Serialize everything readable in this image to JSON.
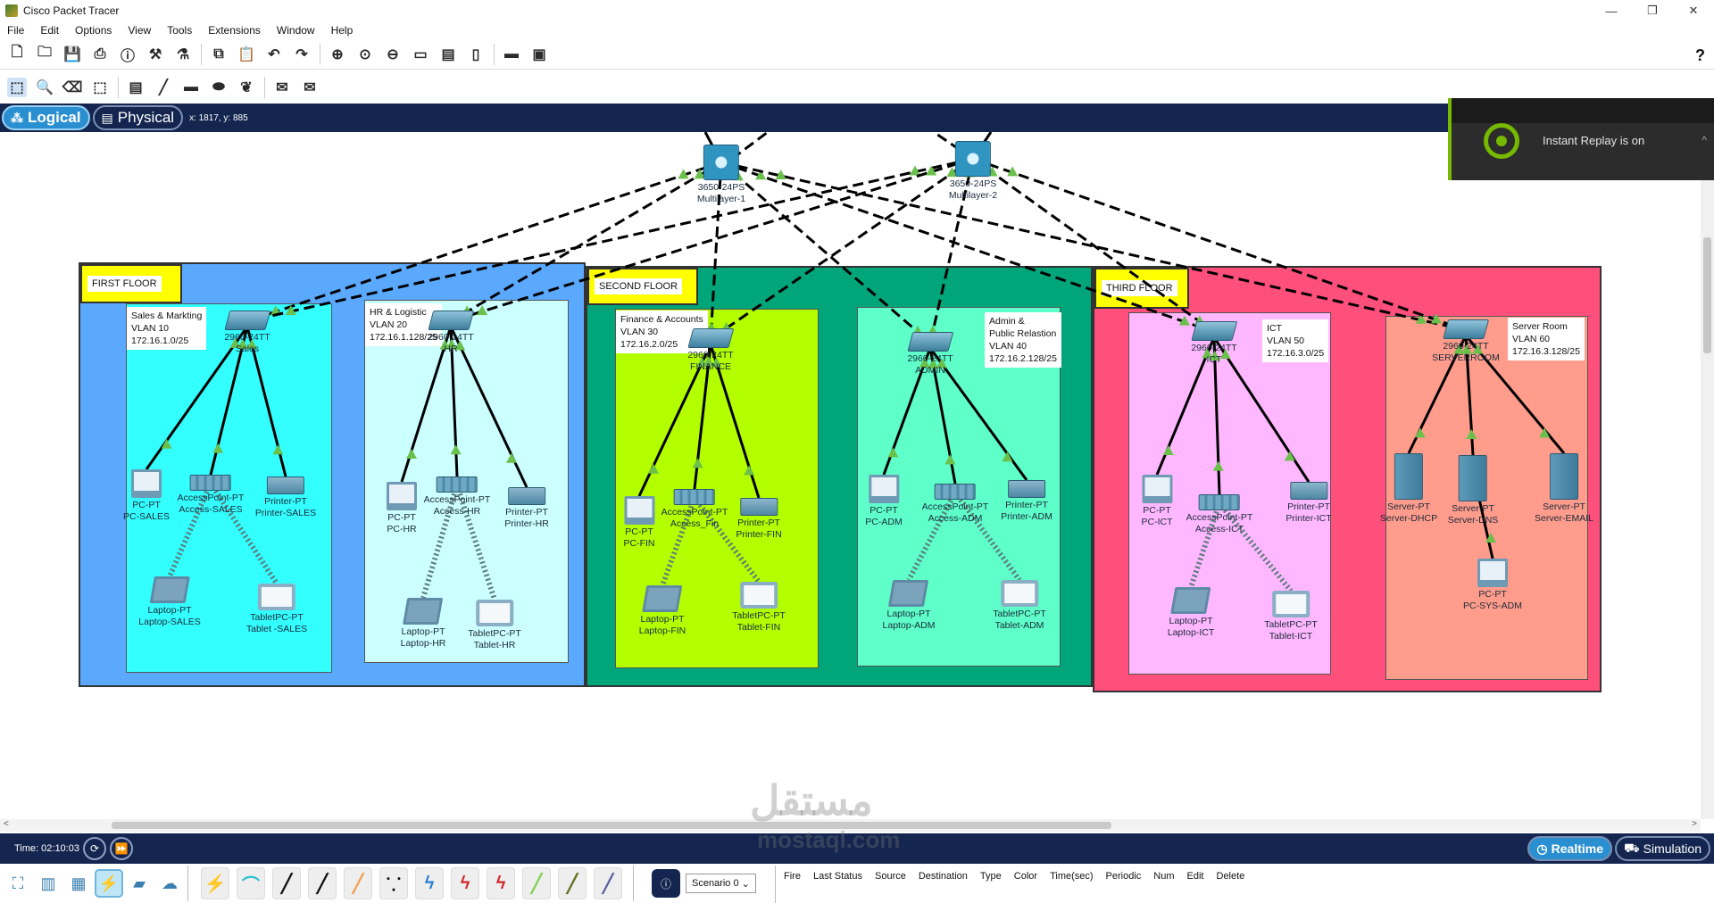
{
  "window": {
    "title": "Cisco Packet Tracer",
    "controls": [
      "—",
      "❐",
      "✕"
    ]
  },
  "menu": [
    "File",
    "Edit",
    "Options",
    "View",
    "Tools",
    "Extensions",
    "Window",
    "Help"
  ],
  "toolbar_main": [
    {
      "icon": "new-file-icon",
      "glyph": "🗋"
    },
    {
      "icon": "open-folder-icon",
      "glyph": "🗀"
    },
    {
      "icon": "save-icon",
      "glyph": "💾"
    },
    {
      "icon": "print-icon",
      "glyph": "⎙"
    },
    {
      "icon": "info-icon",
      "glyph": "ⓘ"
    },
    {
      "icon": "activity-wizard-icon",
      "glyph": "⚒"
    },
    {
      "icon": "ipc-icon",
      "glyph": "⚗"
    },
    {
      "icon": "copy-icon",
      "glyph": "⧉"
    },
    {
      "icon": "paste-icon",
      "glyph": "📋"
    },
    {
      "icon": "undo-icon",
      "glyph": "↶"
    },
    {
      "icon": "redo-icon",
      "glyph": "↷"
    },
    {
      "icon": "zoom-in-icon",
      "glyph": "⊕"
    },
    {
      "icon": "zoom-reset-icon",
      "glyph": "⊙"
    },
    {
      "icon": "zoom-out-icon",
      "glyph": "⊖"
    },
    {
      "icon": "drawing-palette-icon",
      "glyph": "▭"
    },
    {
      "icon": "custom-devices-icon",
      "glyph": "▤"
    },
    {
      "icon": "viewport-icon",
      "glyph": "▯"
    },
    {
      "icon": "pdu-icon",
      "glyph": "▬"
    },
    {
      "icon": "screenshot-icon",
      "glyph": "▣"
    }
  ],
  "toolbar_edit": [
    {
      "icon": "select-icon",
      "glyph": "⬚",
      "selected": true
    },
    {
      "icon": "inspect-icon",
      "glyph": "🔍"
    },
    {
      "icon": "delete-icon",
      "glyph": "⌫"
    },
    {
      "icon": "resize-shape-icon",
      "glyph": "⬚"
    },
    {
      "icon": "place-note-icon",
      "glyph": "▤"
    },
    {
      "icon": "draw-line-icon",
      "glyph": "╱"
    },
    {
      "icon": "draw-rectangle-icon",
      "glyph": "▬"
    },
    {
      "icon": "draw-ellipse-icon",
      "glyph": "⬬"
    },
    {
      "icon": "freeform-icon",
      "glyph": "❦"
    },
    {
      "icon": "simple-pdu-icon",
      "glyph": "✉"
    },
    {
      "icon": "complex-pdu-icon",
      "glyph": "✉"
    }
  ],
  "help_glyph": "?",
  "mode_bar": {
    "logical_label": "Logical",
    "physical_label": "Physical",
    "coords": "x: 1817, y: 885"
  },
  "notification": {
    "text": "Instant Replay is on",
    "caret": "^"
  },
  "topology": {
    "multilayer": [
      {
        "model": "3650-24PS",
        "name": "Multilayer-1"
      },
      {
        "model": "3650-24PS",
        "name": "Multilayer-2"
      }
    ],
    "floors": [
      {
        "label": "FIRST FLOOR",
        "color": "#5aa9ff"
      },
      {
        "label": "SECOND FLOOR",
        "color": "#00a57a"
      },
      {
        "label": "THIRD FLOOR",
        "color": "#ff4f7b"
      }
    ],
    "departments": [
      {
        "note": "Sales & Markting\nVLAN 10\n172.16.1.0/25",
        "color": "#33ffff",
        "switch": {
          "model": "2960-24TT",
          "name": "Sales"
        },
        "devices": [
          {
            "type": "PC-PT",
            "name": "PC-SALES"
          },
          {
            "type": "AccessPoint-PT",
            "name": "Access-SALES"
          },
          {
            "type": "Printer-PT",
            "name": "Printer-SALES"
          },
          {
            "type": "Laptop-PT",
            "name": "Laptop-SALES"
          },
          {
            "type": "TabletPC-PT",
            "name": "Tablet -SALES"
          }
        ]
      },
      {
        "note": "HR & Logistic\nVLAN 20\n172.16.1.128/25",
        "color": "#ccffff",
        "switch": {
          "model": "2960-24TT",
          "name": "HR"
        },
        "devices": [
          {
            "type": "PC-PT",
            "name": "PC-HR"
          },
          {
            "type": "AccessPoint-PT",
            "name": "Access-HR"
          },
          {
            "type": "Printer-PT",
            "name": "Printer-HR"
          },
          {
            "type": "Laptop-PT",
            "name": "Laptop-HR"
          },
          {
            "type": "TabletPC-PT",
            "name": "Tablet-HR"
          }
        ]
      },
      {
        "note": "Finance & Accounts\nVLAN 30\n172.16.2.0/25",
        "color": "#b3ff00",
        "switch": {
          "model": "2960-24TT",
          "name": "FINANCE"
        },
        "devices": [
          {
            "type": "PC-PT",
            "name": "PC-FIN"
          },
          {
            "type": "AccessPoint-PT",
            "name": "Access_Fin"
          },
          {
            "type": "Printer-PT",
            "name": "Printer-FIN"
          },
          {
            "type": "Laptop-PT",
            "name": "Laptop-FIN"
          },
          {
            "type": "TabletPC-PT",
            "name": "Tablet-FIN"
          }
        ]
      },
      {
        "note": "Admin &\nPublic Relastion\nVLAN 40\n172.16.2.128/25",
        "color": "#5effc9",
        "switch": {
          "model": "2960-24TT",
          "name": "ADMIN"
        },
        "devices": [
          {
            "type": "PC-PT",
            "name": "PC-ADM"
          },
          {
            "type": "AccessPoint-PT",
            "name": "Access-ADM"
          },
          {
            "type": "Printer-PT",
            "name": "Printer-ADM"
          },
          {
            "type": "Laptop-PT",
            "name": "Laptop-ADM"
          },
          {
            "type": "TabletPC-PT",
            "name": "Tablet-ADM"
          }
        ]
      },
      {
        "note": "ICT\nVLAN 50\n172.16.3.0/25",
        "color": "#ffb8ff",
        "switch": {
          "model": "2960-24TT",
          "name": "ICT"
        },
        "devices": [
          {
            "type": "PC-PT",
            "name": "PC-ICT"
          },
          {
            "type": "AccessPoint-PT",
            "name": "Access-ICT"
          },
          {
            "type": "Printer-PT",
            "name": "Printer-ICT"
          },
          {
            "type": "Laptop-PT",
            "name": "Laptop-ICT"
          },
          {
            "type": "TabletPC-PT",
            "name": "Tablet-ICT"
          }
        ]
      },
      {
        "note": "Server Room\nVLAN 60\n172.16.3.128/25",
        "color": "#ff9c8c",
        "switch": {
          "model": "2960-24TT",
          "name": "SERVERROOM"
        },
        "devices": [
          {
            "type": "Server-PT",
            "name": "Server-DHCP"
          },
          {
            "type": "Server-PT",
            "name": "Server-DNS"
          },
          {
            "type": "Server-PT",
            "name": "Server-EMAIL"
          },
          {
            "type": "PC-PT",
            "name": "PC-SYS-ADM"
          }
        ]
      }
    ]
  },
  "status": {
    "time": "Time: 02:10:03",
    "realtime_label": "Realtime",
    "simulation_label": "Simulation"
  },
  "bottom": {
    "categories": [
      {
        "icon": "network-devices-icon",
        "glyph": "⛶"
      },
      {
        "icon": "end-devices-icon",
        "glyph": "▥"
      },
      {
        "icon": "components-icon",
        "glyph": "▦"
      },
      {
        "icon": "connections-icon",
        "glyph": "⚡",
        "selected": true
      },
      {
        "icon": "miscellaneous-icon",
        "glyph": "▰"
      },
      {
        "icon": "multiuser-icon",
        "glyph": "☁"
      }
    ],
    "connections": [
      {
        "icon": "auto-connection-icon",
        "glyph": "⚡",
        "color": "#e03030"
      },
      {
        "icon": "console-cable-icon",
        "glyph": "⌒",
        "color": "#30c0d0"
      },
      {
        "icon": "copper-straight-icon",
        "glyph": "╱",
        "color": "#111111"
      },
      {
        "icon": "copper-cross-icon",
        "glyph": "╱",
        "color": "#111111"
      },
      {
        "icon": "fiber-icon",
        "glyph": "╱",
        "color": "#f0a050"
      },
      {
        "icon": "phone-cable-icon",
        "glyph": "⸪",
        "color": "#111111"
      },
      {
        "icon": "coaxial-icon",
        "glyph": "ϟ",
        "color": "#2a7fd0"
      },
      {
        "icon": "serial-dce-icon",
        "glyph": "ϟ",
        "color": "#d02a2a"
      },
      {
        "icon": "serial-dte-icon",
        "glyph": "ϟ",
        "color": "#d02a2a"
      },
      {
        "icon": "octal-icon",
        "glyph": "╱",
        "color": "#80d050"
      },
      {
        "icon": "iot-custom-icon",
        "glyph": "╱",
        "color": "#607020"
      },
      {
        "icon": "usb-icon",
        "glyph": "╱",
        "color": "#6060a0"
      }
    ],
    "scenario": "Scenario 0",
    "pdu_columns": [
      "Fire",
      "Last Status",
      "Source",
      "Destination",
      "Type",
      "Color",
      "Time(sec)",
      "Periodic",
      "Num",
      "Edit",
      "Delete"
    ]
  },
  "watermark": {
    "arabic": "مستقل",
    "latin": "mostaql.com"
  }
}
